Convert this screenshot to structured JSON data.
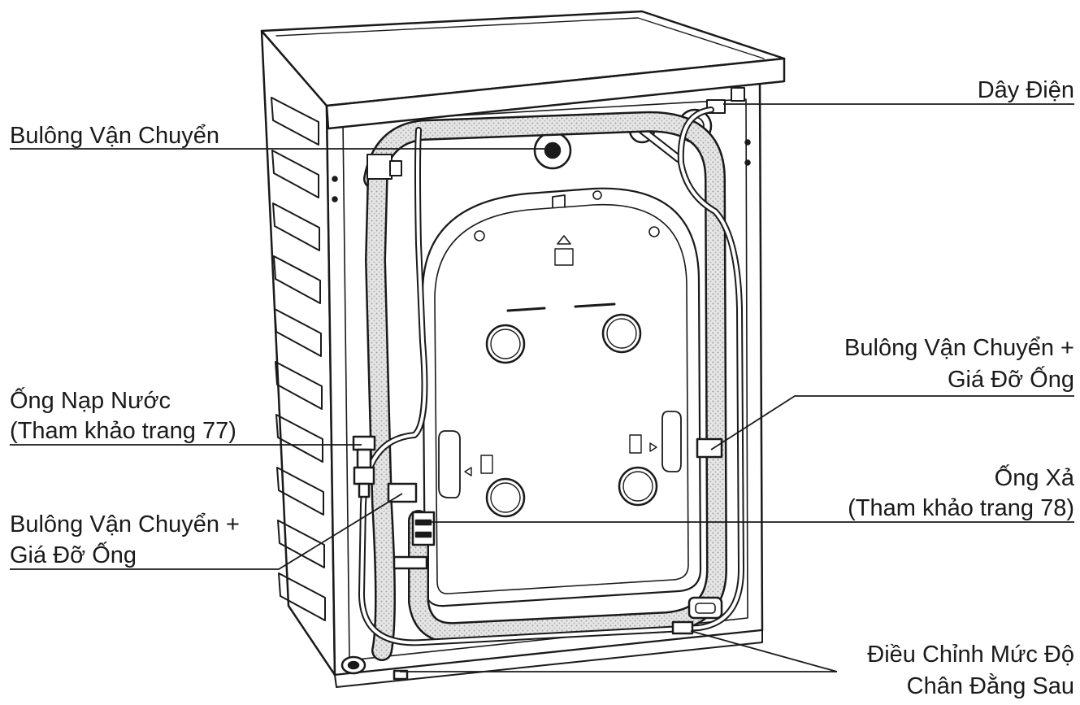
{
  "labels": {
    "power_cord": "Dây Điện",
    "transport_bolt_top": "Bulông Vận Chuyển",
    "transport_bolt_holder_right_l1": "Bulông Vận Chuyển +",
    "transport_bolt_holder_right_l2": "Giá Đỡ Ống",
    "water_inlet_l1": "Ống Nạp Nước",
    "water_inlet_l2": "(Tham khảo trang 77)",
    "drain_hose_l1": "Ống Xả",
    "drain_hose_l2": "(Tham khảo trang 78)",
    "transport_bolt_holder_left_l1": "Bulông Vận Chuyển +",
    "transport_bolt_holder_left_l2": "Giá Đỡ Ống",
    "rear_feet_l1": "Điều Chỉnh Mức Độ",
    "rear_feet_l2": "Chân Đằng Sau"
  },
  "colors": {
    "line": "#1a1a1a",
    "fill": "#ffffff",
    "hose_texture": "#bdbdbd"
  }
}
